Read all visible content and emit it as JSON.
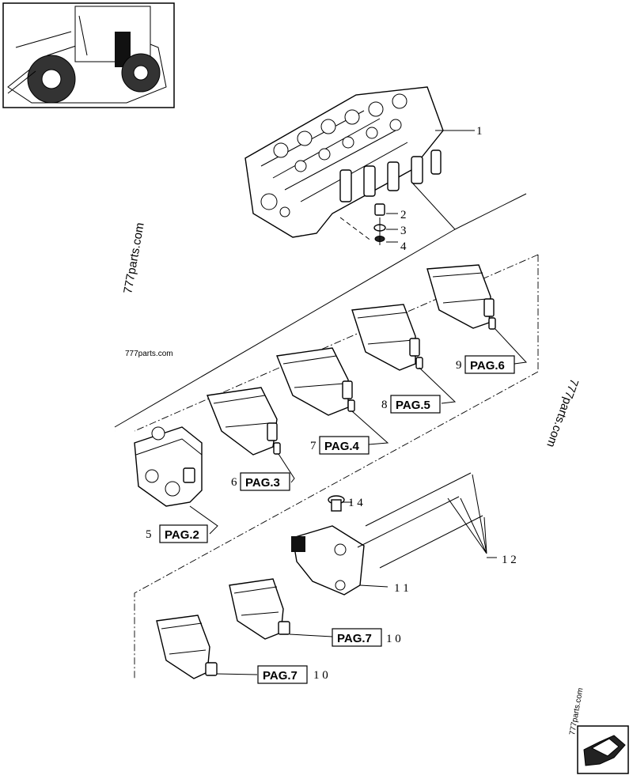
{
  "watermarks": [
    "777parts.com",
    "777parts.com",
    "777parts.com",
    "777parts.com"
  ],
  "callouts": [
    {
      "id": "c1",
      "num": "1"
    },
    {
      "id": "c2",
      "num": "2"
    },
    {
      "id": "c3",
      "num": "3"
    },
    {
      "id": "c4",
      "num": "4"
    },
    {
      "id": "c5",
      "num": "5",
      "pag": "PAG.2"
    },
    {
      "id": "c6",
      "num": "6",
      "pag": "PAG.3"
    },
    {
      "id": "c7",
      "num": "7",
      "pag": "PAG.4"
    },
    {
      "id": "c8",
      "num": "8",
      "pag": "PAG.5"
    },
    {
      "id": "c9",
      "num": "9",
      "pag": "PAG.6"
    },
    {
      "id": "c10a",
      "num": "1 0",
      "pag": "PAG.7"
    },
    {
      "id": "c10b",
      "num": "1 0",
      "pag": "PAG.7"
    },
    {
      "id": "c11",
      "num": "1 1"
    },
    {
      "id": "c12",
      "num": "1 2"
    },
    {
      "id": "c14",
      "num": "1 4"
    }
  ],
  "icons": {
    "thumbnail": "backhoe-loader-thumbnail-icon",
    "nav": "next-page-arrow-icon"
  }
}
